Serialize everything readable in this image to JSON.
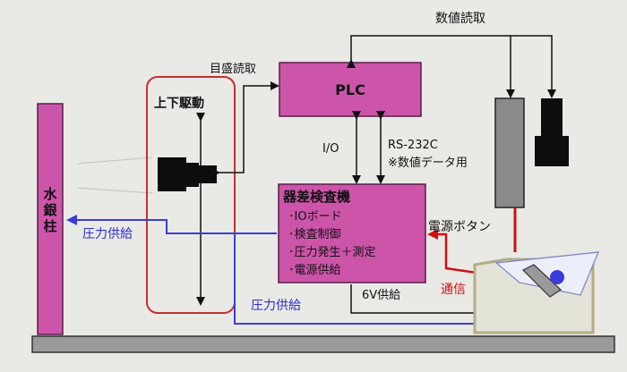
{
  "diagram": {
    "plc": {
      "label": "PLC"
    },
    "tester": {
      "title": "器差検査機",
      "items": [
        "･IOボード",
        "･検査制御",
        "･圧力発生＋測定",
        "･電源供給"
      ]
    },
    "mercury_column": {
      "label": [
        "水",
        "銀",
        "柱"
      ]
    },
    "updown": {
      "label": "上下駆動"
    },
    "labels": {
      "scale_read": "目盛読取",
      "value_read": "数値読取",
      "io": "I/O",
      "rs232c": "RS-232C",
      "rs232c_note": "※数値データ用",
      "power_button": "電源ボタン",
      "comm": "通信",
      "six_v": "6V供給",
      "pressure_left": "圧力供給",
      "pressure_bottom": "圧力供給"
    },
    "colors": {
      "magenta_fill": "#cc55aa",
      "magenta_border": "#5a1f49",
      "blue_line": "#3a3dd6",
      "red_line": "#cc1111",
      "updown_border": "#c43030",
      "camera": "#0d0d0d",
      "sensor_gray": "#8a8a8a"
    }
  }
}
